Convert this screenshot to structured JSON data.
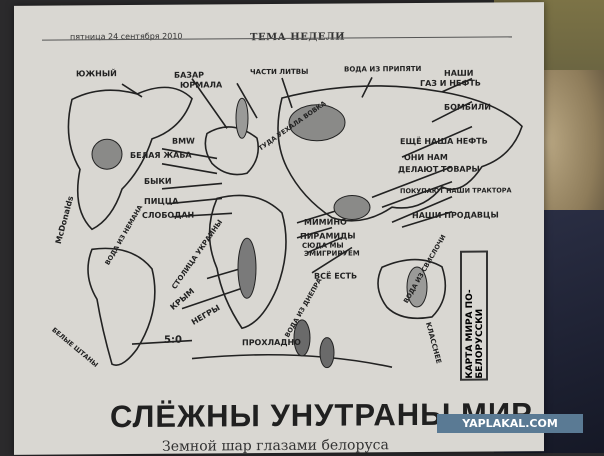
{
  "header": {
    "date": "пятница 24 сентября 2010",
    "section": "ТЕМА НЕДЕЛИ"
  },
  "labels": [
    {
      "text": "ЮЖНЫЙ"
    },
    {
      "text": "БАЗАР"
    },
    {
      "text": "ЮРМАЛА"
    },
    {
      "text": "ЧАСТИ ЛИТВЫ"
    },
    {
      "text": "ВОДА ИЗ ПРИПЯТИ"
    },
    {
      "text": "НАШИ"
    },
    {
      "text": "ГАЗ И НЕФТЬ"
    },
    {
      "text": "БОМБИЛИ"
    },
    {
      "text": "BMW"
    },
    {
      "text": "БЕЛАЯ ЖАБА"
    },
    {
      "text": "БЫКИ"
    },
    {
      "text": "ПИЦЦА"
    },
    {
      "text": "СЛОБОДАН"
    },
    {
      "text": "ЕЩЁ НАША НЕФТЬ"
    },
    {
      "text": "ОНИ НАМ"
    },
    {
      "text": "ДЕЛАЮТ ТОВАРЫ"
    },
    {
      "text": "ПОКУПАЮТ НАШИ ТРАКТОРА"
    },
    {
      "text": "НАШИ ПРОДАВЦЫ"
    },
    {
      "text": "МИМИНО"
    },
    {
      "text": "ПИРАМИДЫ"
    },
    {
      "text": "СЮДА МЫ"
    },
    {
      "text": "ЭМИГРИРУЕМ"
    },
    {
      "text": "ВСЁ ЕСТЬ"
    },
    {
      "text": "McDonalds"
    },
    {
      "text": "ВОДА ИЗ НЕМАНА"
    },
    {
      "text": "СТОЛИЦА УКРАИНЫ"
    },
    {
      "text": "КРЫМ"
    },
    {
      "text": "НЕГРЫ"
    },
    {
      "text": "ВОДА ИЗ ДНЕПРА"
    },
    {
      "text": "ВОДА ИЗ СВИСЛОЧИ"
    },
    {
      "text": "5:0"
    },
    {
      "text": "БЕЛЫЕ ШТАНЫ"
    },
    {
      "text": "ПРОХЛАДНО"
    },
    {
      "text": "КЛАССНЕЕ"
    },
    {
      "text": "ТУДА УЕХАЛА ВОВКА"
    },
    {
      "text": "КАРТА МИРА ПО-БЕЛОРУССКИ"
    }
  ],
  "headline": "СЛЁЖНЫ УНУТРАНЫ МИР",
  "subheadline": "Земной шар глазами белоруса",
  "watermark": "YAPLAKAL.COM"
}
